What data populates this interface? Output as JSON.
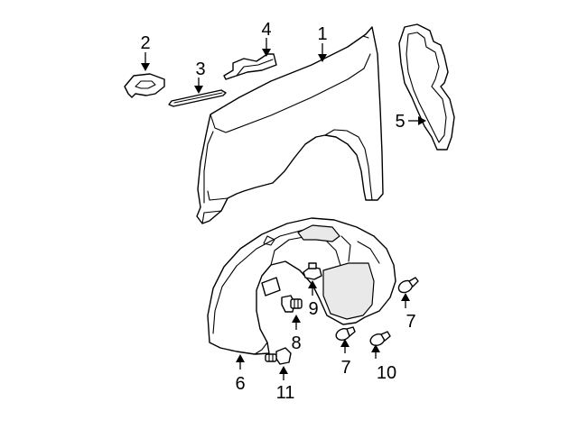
{
  "callouts": [
    {
      "id": "1",
      "label": "1",
      "part": "front fender"
    },
    {
      "id": "2",
      "label": "2",
      "part": "clip"
    },
    {
      "id": "3",
      "label": "3",
      "part": "rod"
    },
    {
      "id": "4",
      "label": "4",
      "part": "bracket"
    },
    {
      "id": "5",
      "label": "5",
      "part": "insulator"
    },
    {
      "id": "6",
      "label": "6",
      "part": "fender liner"
    },
    {
      "id": "7a",
      "label": "7",
      "part": "push retainer"
    },
    {
      "id": "7b",
      "label": "7",
      "part": "push retainer"
    },
    {
      "id": "8",
      "label": "8",
      "part": "bolt"
    },
    {
      "id": "9",
      "label": "9",
      "part": "retainer"
    },
    {
      "id": "10",
      "label": "10",
      "part": "push retainer"
    },
    {
      "id": "11",
      "label": "11",
      "part": "bolt"
    }
  ]
}
